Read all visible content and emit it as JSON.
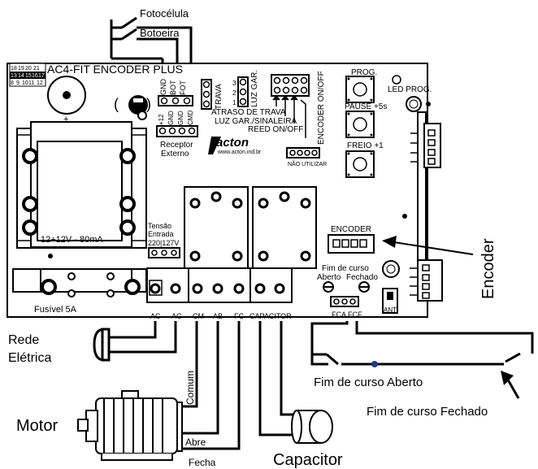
{
  "board": {
    "title": "AC4-FIT ENCODER PLUS",
    "brand": "acton",
    "website": "www.acton.ind.br",
    "grid_rows": [
      [
        "18",
        "19",
        "20",
        "21"
      ],
      [
        "13",
        "14",
        "15",
        "16",
        "17"
      ],
      [
        "8",
        "9",
        "10",
        "11",
        "12"
      ]
    ]
  },
  "top_wires": {
    "fotocelula": "Fotocélula",
    "botoeira": "Botoeira"
  },
  "inputs_header": [
    "GND",
    "BOT",
    "FOT"
  ],
  "trava": "TRAVA",
  "luz_gar": "LUZ GAR.",
  "luz_pins": [
    "3",
    "2",
    "1"
  ],
  "receptor": {
    "pins": [
      "+12",
      "GND",
      "GND",
      "CMD"
    ],
    "label_line1": "Receptor",
    "label_line2": "Externo"
  },
  "dip": {
    "atraso": "ATRASO DE TRAVA",
    "luz_sinaleira": "LUZ GAR./SINALEIRA",
    "reed": "REED ON/OFF",
    "encoder_onoff": "ENCODER ON/OFF",
    "nao_utilizar": "NÃO UTILIZAR"
  },
  "buttons": {
    "prog": "PROG.",
    "led_prog": "LED PROG.",
    "pause": "PAUSE +5s",
    "freio": "FREIO +1"
  },
  "transformer": {
    "spec": "12+12V - 80mA",
    "plus": "+"
  },
  "tensao": {
    "line1": "Tensão",
    "line2": "Entrada",
    "line3": "220|127V"
  },
  "fuse": "Fusível 5A",
  "encoder_connector": "ENCODER",
  "limit_board": {
    "title1": "Fim de curso",
    "aberto": "Aberto",
    "fechado": "Fechado",
    "fca": "FCA",
    "fcf": "FCF",
    "ant": "ANT"
  },
  "terminals": [
    "AC",
    "AC",
    "CM",
    "AB",
    "FC",
    "CAPACITOR"
  ],
  "external": {
    "rede1": "Rede",
    "rede2": "Elétrica",
    "motor": "Motor",
    "comum": "Comum",
    "abre": "Abre",
    "fecha": "Fecha",
    "capacitor": "Capacitor",
    "encoder": "Encoder",
    "fim_aberto": "Fim de curso Aberto",
    "fim_fechado": "Fim de curso Fechado"
  }
}
